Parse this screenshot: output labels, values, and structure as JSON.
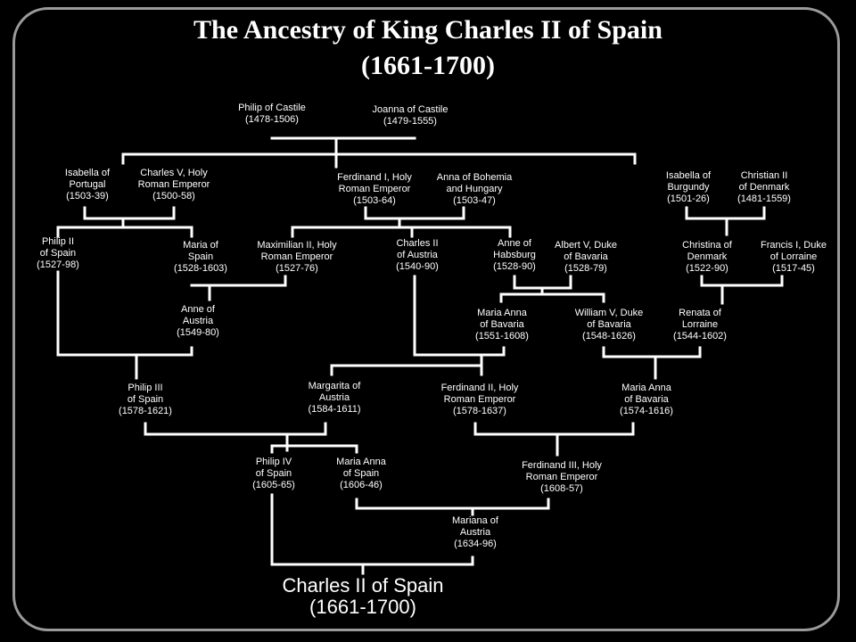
{
  "title": {
    "line1": "The Ancestry of King Charles II of Spain",
    "line2": "(1661-1700)"
  },
  "people": {
    "philip_castile": [
      "Philip of Castile",
      "(1478-1506)"
    ],
    "joanna_castile": [
      "Joanna of Castile",
      "(1479-1555)"
    ],
    "isabella_portugal": [
      "Isabella of",
      "Portugal",
      "(1503-39)"
    ],
    "charles_v": [
      "Charles V, Holy",
      "Roman Emperor",
      "(1500-58)"
    ],
    "ferdinand_i": [
      "Ferdinand I, Holy",
      "Roman Emperor",
      "(1503-64)"
    ],
    "anna_bohemia": [
      "Anna of Bohemia",
      "and Hungary",
      "(1503-47)"
    ],
    "isabella_burgundy": [
      "Isabella of",
      "Burgundy",
      "(1501-26)"
    ],
    "christian_ii": [
      "Christian II",
      "of Denmark",
      "(1481-1559)"
    ],
    "philip_ii": [
      "Philip II",
      "of Spain",
      "(1527-98)"
    ],
    "maria_spain": [
      "Maria of",
      "Spain",
      "(1528-1603)"
    ],
    "maximilian_ii": [
      "Maximilian II, Holy",
      "Roman Emperor",
      "(1527-76)"
    ],
    "charles_ii_austria": [
      "Charles II",
      "of Austria",
      "(1540-90)"
    ],
    "anne_habsburg": [
      "Anne of",
      "Habsburg",
      "(1528-90)"
    ],
    "albert_v": [
      "Albert V, Duke",
      "of Bavaria",
      "(1528-79)"
    ],
    "christina_denmark": [
      "Christina of",
      "Denmark",
      "(1522-90)"
    ],
    "francis_i": [
      "Francis I, Duke",
      "of Lorraine",
      "(1517-45)"
    ],
    "anne_austria": [
      "Anne of",
      "Austria",
      "(1549-80)"
    ],
    "maria_anna_bavaria_1": [
      "Maria Anna",
      "of Bavaria",
      "(1551-1608)"
    ],
    "william_v": [
      "William V, Duke",
      "of Bavaria",
      "(1548-1626)"
    ],
    "renata_lorraine": [
      "Renata of",
      "Lorraine",
      "(1544-1602)"
    ],
    "philip_iii": [
      "Philip III",
      "of Spain",
      "(1578-1621)"
    ],
    "margarita_austria": [
      "Margarita of",
      "Austria",
      "(1584-1611)"
    ],
    "ferdinand_ii": [
      "Ferdinand II, Holy",
      "Roman Emperor",
      "(1578-1637)"
    ],
    "maria_anna_bavaria_2": [
      "Maria Anna",
      "of Bavaria",
      "(1574-1616)"
    ],
    "philip_iv": [
      "Philip IV",
      "of Spain",
      "(1605-65)"
    ],
    "maria_anna_spain": [
      "Maria Anna",
      "of Spain",
      "(1606-46)"
    ],
    "ferdinand_iii": [
      "Ferdinand III, Holy",
      "Roman Emperor",
      "(1608-57)"
    ],
    "mariana_austria": [
      "Mariana of",
      "Austria",
      "(1634-96)"
    ],
    "charles_ii_spain": [
      "Charles II of Spain",
      "(1661-1700)"
    ]
  }
}
